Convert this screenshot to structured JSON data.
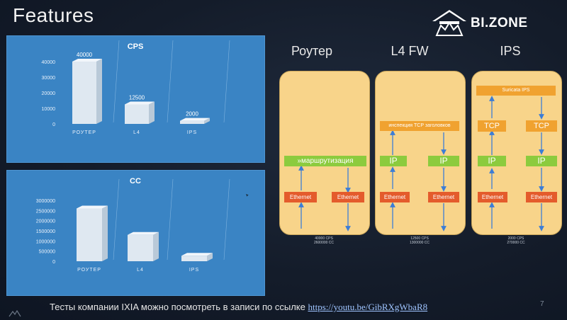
{
  "slide": {
    "title": "Features",
    "logo_text": "BI.ZONE",
    "footer_text": "Тесты компании IXIA можно посмотреть в записи по ссылке ",
    "footer_link": "https://youtu.be/GibRXgWbaR8",
    "page_number": "7"
  },
  "chart_data": [
    {
      "type": "bar",
      "title": "CPS",
      "categories": [
        "РОУТЕР",
        "L4",
        "IPS"
      ],
      "values": [
        40000,
        12500,
        2000
      ],
      "data_labels": [
        "40000",
        "12500",
        "2000"
      ],
      "yticks": [
        "0",
        "10000",
        "20000",
        "30000",
        "40000"
      ],
      "ylim": [
        0,
        40000
      ]
    },
    {
      "type": "bar",
      "title": "CC",
      "categories": [
        "РОУТЕР",
        "L4",
        "IPS"
      ],
      "values": [
        2600000,
        1300000,
        270000
      ],
      "yticks": [
        "0",
        "500000",
        "1000000",
        "1500000",
        "2000000",
        "2500000",
        "3000000"
      ],
      "ylim": [
        0,
        3000000
      ]
    }
  ],
  "diagram": {
    "columns": [
      {
        "heading": "Роутер",
        "green_label": "маршрутизация",
        "green_prefix": "»",
        "ethernet_left": "Ethernet",
        "ethernet_right": "Ethernet",
        "stat_cps": "40000 CPS",
        "stat_cc": "2600000 CC"
      },
      {
        "heading": "L4 FW",
        "orange_label": "инспекция TCP заголовков",
        "ip_left": "IP",
        "ip_right": "IP",
        "ethernet_left": "Ethernet",
        "ethernet_right": "Ethernet",
        "stat_cps": "12500 CPS",
        "stat_cc": "1300000 CC"
      },
      {
        "heading": "IPS",
        "orange_label": "Suricata IPS",
        "tcp_left": "TCP",
        "tcp_right": "TCP",
        "ip_left": "IP",
        "ip_right": "IP",
        "ethernet_left": "Ethernet",
        "ethernet_right": "Ethernet",
        "stat_cps": "2000 CPS",
        "stat_cc": "270000 CC"
      }
    ]
  },
  "colors": {
    "chart_bg": "#3a84c4",
    "box_green": "#8ccb3e",
    "box_red": "#e45b2c",
    "box_orange": "#f0a230",
    "arrow_blue": "#3c7dd6",
    "panel_yellow": "#f8d48a"
  }
}
